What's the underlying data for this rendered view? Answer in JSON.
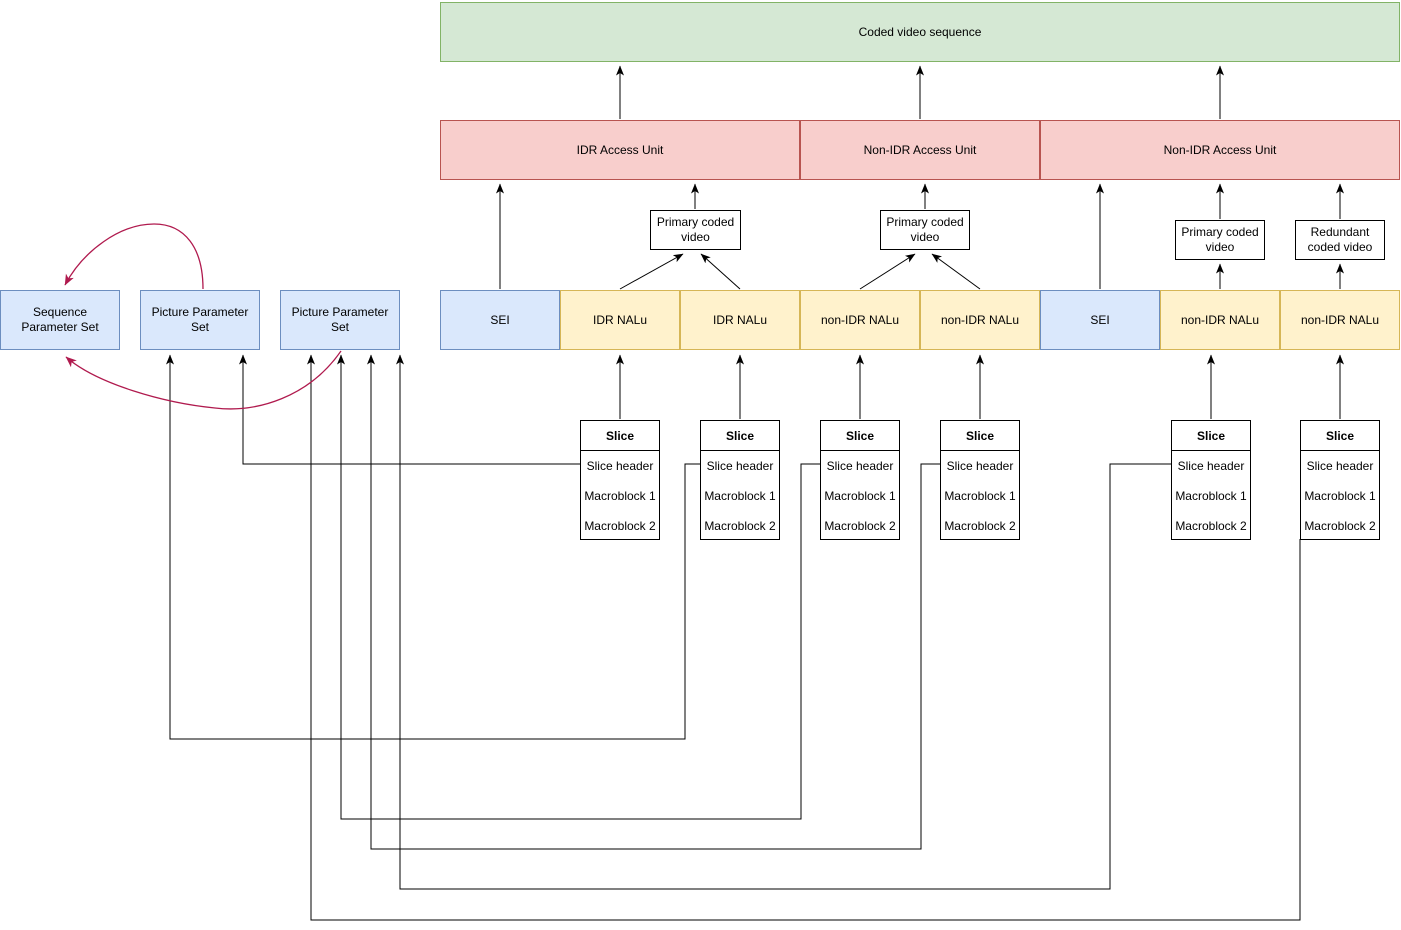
{
  "nodes": {
    "coded_video_sequence": "Coded video sequence",
    "idr_access_unit": "IDR Access Unit",
    "non_idr_access_unit": "Non-IDR Access Unit",
    "primary_coded_video": "Primary coded video",
    "redundant_coded_video": "Redundant coded video",
    "sei": "SEI",
    "idr_nalu": "IDR NALu",
    "non_idr_nalu": "non-IDR NALu",
    "sequence_parameter_set": "Sequence Parameter Set",
    "picture_parameter_set": "Picture Parameter Set",
    "slice": {
      "title": "Slice",
      "rows": [
        "Slice header",
        "Macroblock 1",
        "Macroblock 2"
      ]
    }
  },
  "colors": {
    "green_fill": "#d5e8d4",
    "green_stroke": "#82b366",
    "red_fill": "#f8cecc",
    "red_stroke": "#b85450",
    "blue_fill": "#dae8fc",
    "blue_stroke": "#6c8ebf",
    "yellow_fill": "#fff2cc",
    "yellow_stroke": "#d6b656",
    "white_fill": "#ffffff",
    "black_stroke": "#000000",
    "edge_black": "#000000",
    "edge_crimson": "#b01a4e"
  }
}
